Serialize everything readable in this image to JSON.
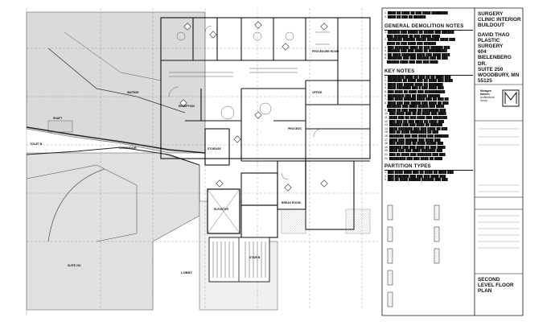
{
  "title_block": {
    "project_lines": [
      "SURGERY",
      "CLINIC INTERIOR",
      "BUILDOUT"
    ],
    "client_lines": [
      "DAVID THAO",
      "PLASTIC SURGERY",
      "604 BIELENBERG DR.",
      "SUITE 250",
      "WOODBURY, MN",
      "55125"
    ],
    "firm_lines": [
      "Mohagen",
      "Hansen",
      "Architectural",
      "Group"
    ],
    "sheet_title_lines": [
      "SECOND",
      "LEVEL FLOOR",
      "PLAN"
    ]
  },
  "notes": {
    "demolition_title": "GENERAL DEMOLITION NOTES",
    "key_title": "KEY NOTES",
    "partition_title": "PARTITION TYPES"
  },
  "plan_labels": {
    "corridor": "CORRIDOR",
    "lobby": "LOBBY",
    "elevator": "ELEVATOR",
    "stair": "STAIR B",
    "shaft": "SHAFT",
    "toilet": "TOILET B",
    "suite": "SUITE 201",
    "storage": "STORAGE",
    "waiting": "WAITING",
    "reception": "RECEPTION",
    "procedure": "PROCEDURE ROOM",
    "office": "OFFICE",
    "process": "PROCESS",
    "break": "BREAK ROOM"
  }
}
